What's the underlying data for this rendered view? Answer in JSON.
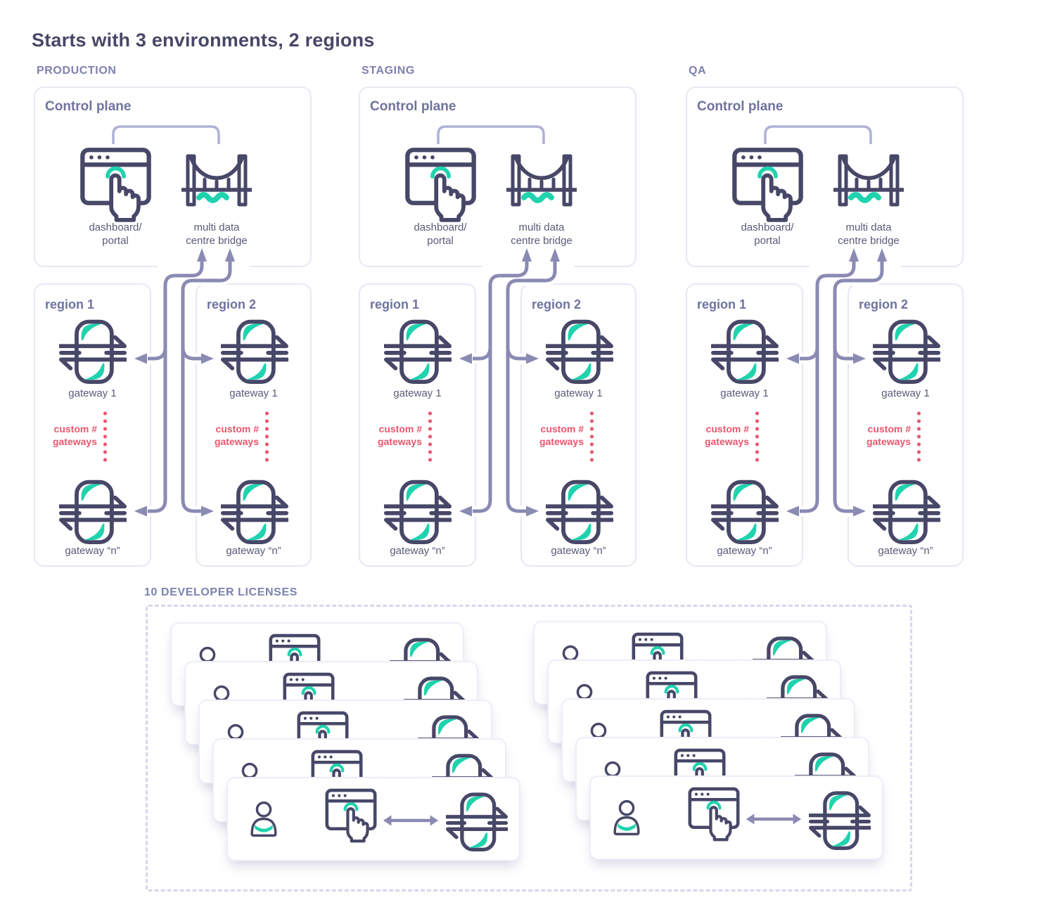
{
  "title": "Starts with 3 environments, 2 regions",
  "colors": {
    "ink": "#474768",
    "teal": "#1fd3ae",
    "purple": "#8a8ab3",
    "label_purple": "#7d81af",
    "header_purple": "#6f739e",
    "caption_gray": "#585c78",
    "red": "#e9566e",
    "box_border": "#e8e8f4",
    "bracket": "#b0b0d8",
    "dashed_border": "#d6d6ee"
  },
  "icons": {
    "dashboard": "browser-click-hand-icon",
    "bridge": "suspension-bridge-icon",
    "gateway": "gateway-traffic-icon",
    "person": "developer-person-icon",
    "double_arrow": "bidirectional-arrow-icon"
  },
  "environments": [
    {
      "name": "PRODUCTION",
      "control_plane": {
        "title": "Control plane",
        "dashboard_label": "dashboard/\nportal",
        "bridge_label": "multi data\ncentre bridge"
      },
      "regions": [
        {
          "name": "region 1",
          "gateway_top": "gateway 1",
          "gateway_bottom": "gateway “n”",
          "custom": "custom #\ngateways"
        },
        {
          "name": "region 2",
          "gateway_top": "gateway 1",
          "gateway_bottom": "gateway “n”",
          "custom": "custom #\ngateways"
        }
      ]
    },
    {
      "name": "STAGING",
      "control_plane": {
        "title": "Control plane",
        "dashboard_label": "dashboard/\nportal",
        "bridge_label": "multi data\ncentre bridge"
      },
      "regions": [
        {
          "name": "region 1",
          "gateway_top": "gateway 1",
          "gateway_bottom": "gateway “n”",
          "custom": "custom #\ngateways"
        },
        {
          "name": "region 2",
          "gateway_top": "gateway 1",
          "gateway_bottom": "gateway “n”",
          "custom": "custom #\ngateways"
        }
      ]
    },
    {
      "name": "QA",
      "control_plane": {
        "title": "Control plane",
        "dashboard_label": "dashboard/\nportal",
        "bridge_label": "multi data\ncentre bridge"
      },
      "regions": [
        {
          "name": "region 1",
          "gateway_top": "gateway 1",
          "gateway_bottom": "gateway “n”",
          "custom": "custom #\ngateways"
        },
        {
          "name": "region 2",
          "gateway_top": "gateway 1",
          "gateway_bottom": "gateway “n”",
          "custom": "custom #\ngateways"
        }
      ]
    }
  ],
  "developer_licenses": {
    "label": "10 DEVELOPER LICENSES",
    "stacks": [
      {
        "cards": 5
      },
      {
        "cards": 5
      }
    ]
  }
}
